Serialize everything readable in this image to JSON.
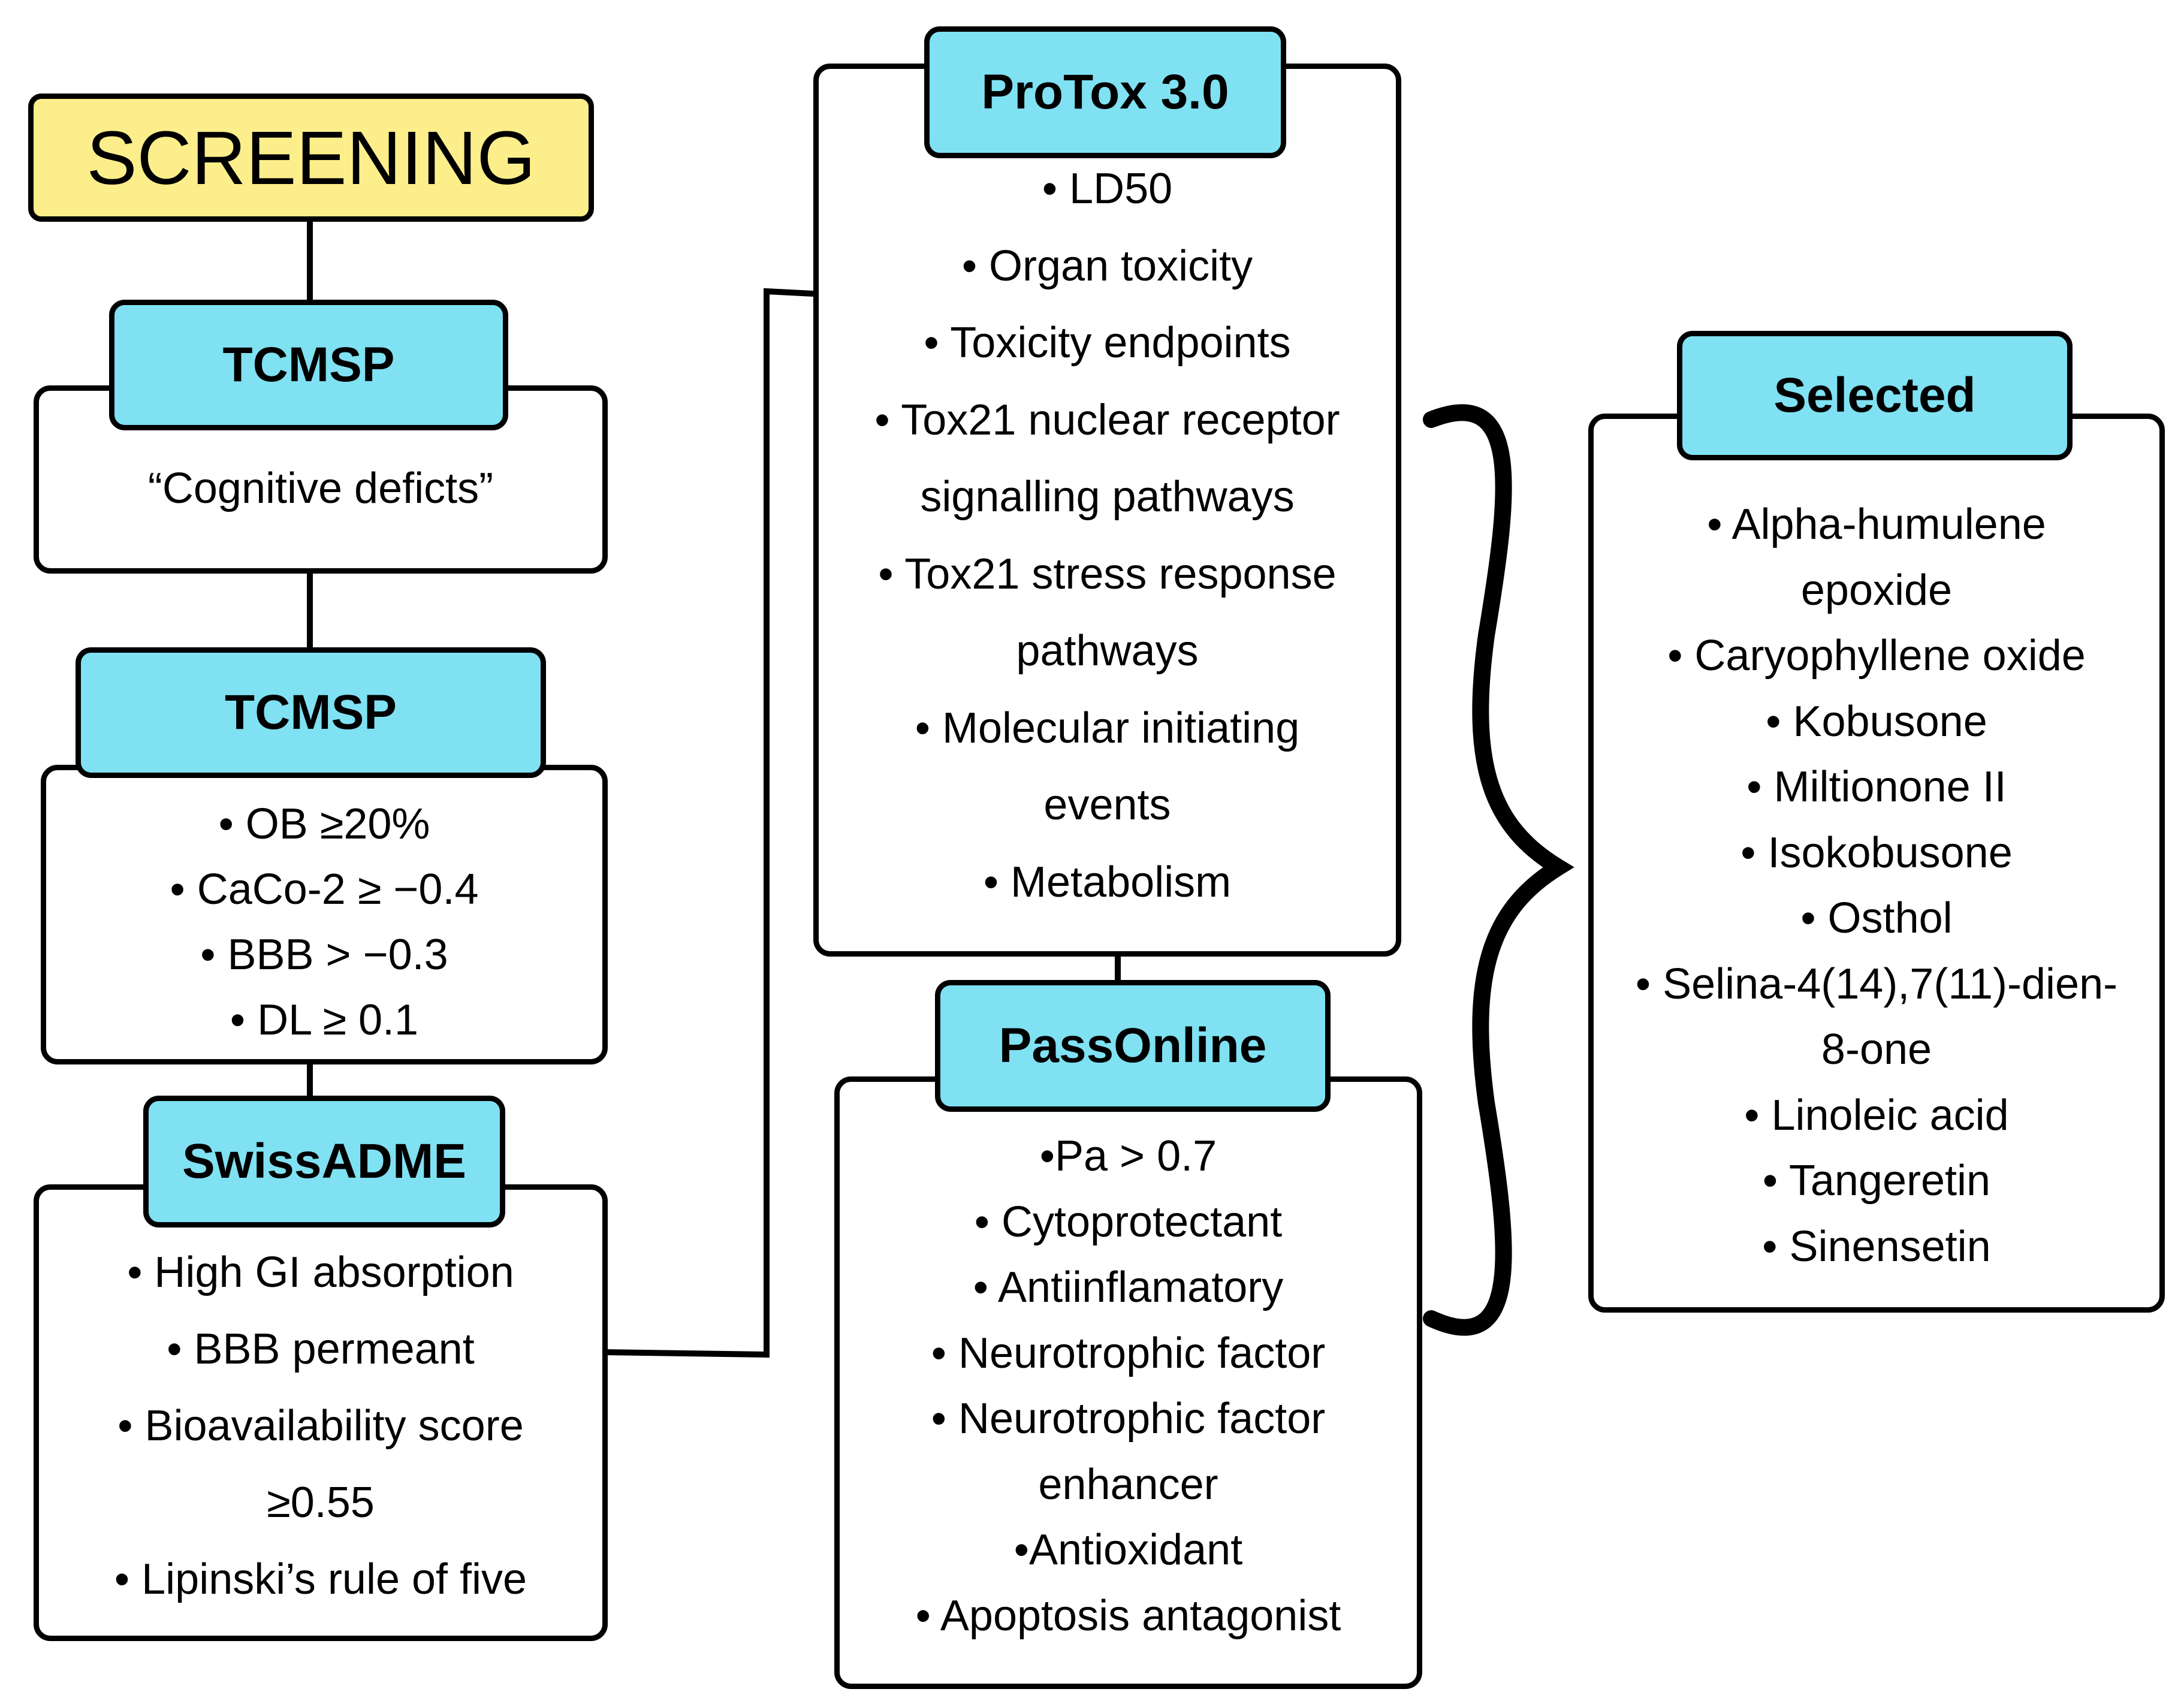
{
  "screening": {
    "title": "SCREENING"
  },
  "tcmsp_1": {
    "title": "TCMSP",
    "query": "“Cognitive deficts”"
  },
  "tcmsp_2": {
    "title": "TCMSP",
    "items": [
      "• OB ≥20%",
      "• CaCo-2 ≥ −0.4",
      "• BBB > −0.3",
      "• DL ≥ 0.1"
    ]
  },
  "swissadme": {
    "title": "SwissADME",
    "items": [
      "• High GI absorption",
      "• BBB permeant",
      "• Bioavailability score",
      "≥0.55",
      "•  Lipinski’s rule of five"
    ]
  },
  "protox": {
    "title": "ProTox 3.0",
    "items": [
      "• LD50",
      "• Organ toxicity",
      "• Toxicity endpoints",
      "• Tox21 nuclear receptor",
      "signalling pathways",
      "• Tox21 stress response",
      "pathways",
      "• Molecular initiating",
      "events",
      "• Metabolism"
    ]
  },
  "passonline": {
    "title": "PassOnline",
    "items": [
      "•Pa > 0.7",
      "• Cytoprotectant",
      "• Antiinflamatory",
      "• Neurotrophic factor",
      "• Neurotrophic factor",
      "enhancer",
      "•Antioxidant",
      "• Apoptosis antagonist"
    ]
  },
  "selected": {
    "title": "Selected",
    "items": [
      "• Alpha-humulene",
      "epoxide",
      "• Caryophyllene oxide",
      "• Kobusone",
      "• Miltionone II",
      "• Isokobusone",
      "• Osthol",
      "• Selina-4(14),7(11)-dien-",
      "8-one",
      "• Linoleic acid",
      "• Tangeretin",
      "• Sinensetin"
    ]
  },
  "colors": {
    "header_fill": "#7fe1f2",
    "screening_fill": "#fcee8a",
    "stroke": "#000000"
  }
}
